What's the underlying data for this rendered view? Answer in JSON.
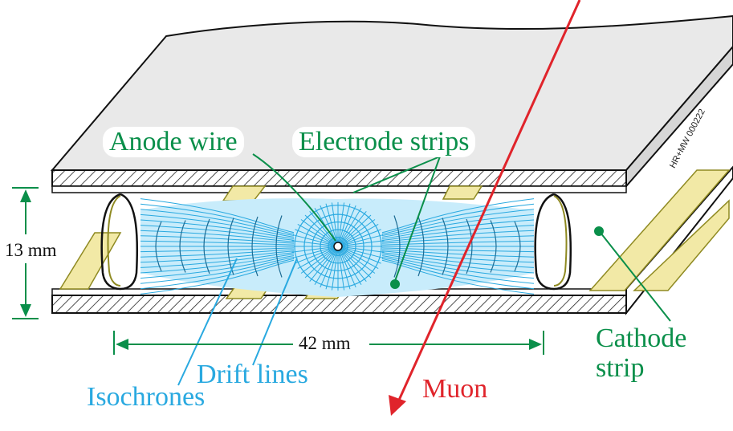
{
  "labels": {
    "anode_wire": "Anode wire",
    "electrode_strips": "Electrode strips",
    "height": "13 mm",
    "width": "42 mm",
    "cathode_strip_line1": "Cathode",
    "cathode_strip_line2": "strip",
    "drift_lines": "Drift lines",
    "isochrones": "Isochrones",
    "muon": "Muon",
    "watermark": "HR+MW 000222"
  },
  "colors": {
    "green": "#0a8f4a",
    "blue": "#29a9e0",
    "red": "#e0242b",
    "yellow": "#f2e9a6",
    "plate": "#e9e9e9",
    "olive": "#8f8a22"
  }
}
